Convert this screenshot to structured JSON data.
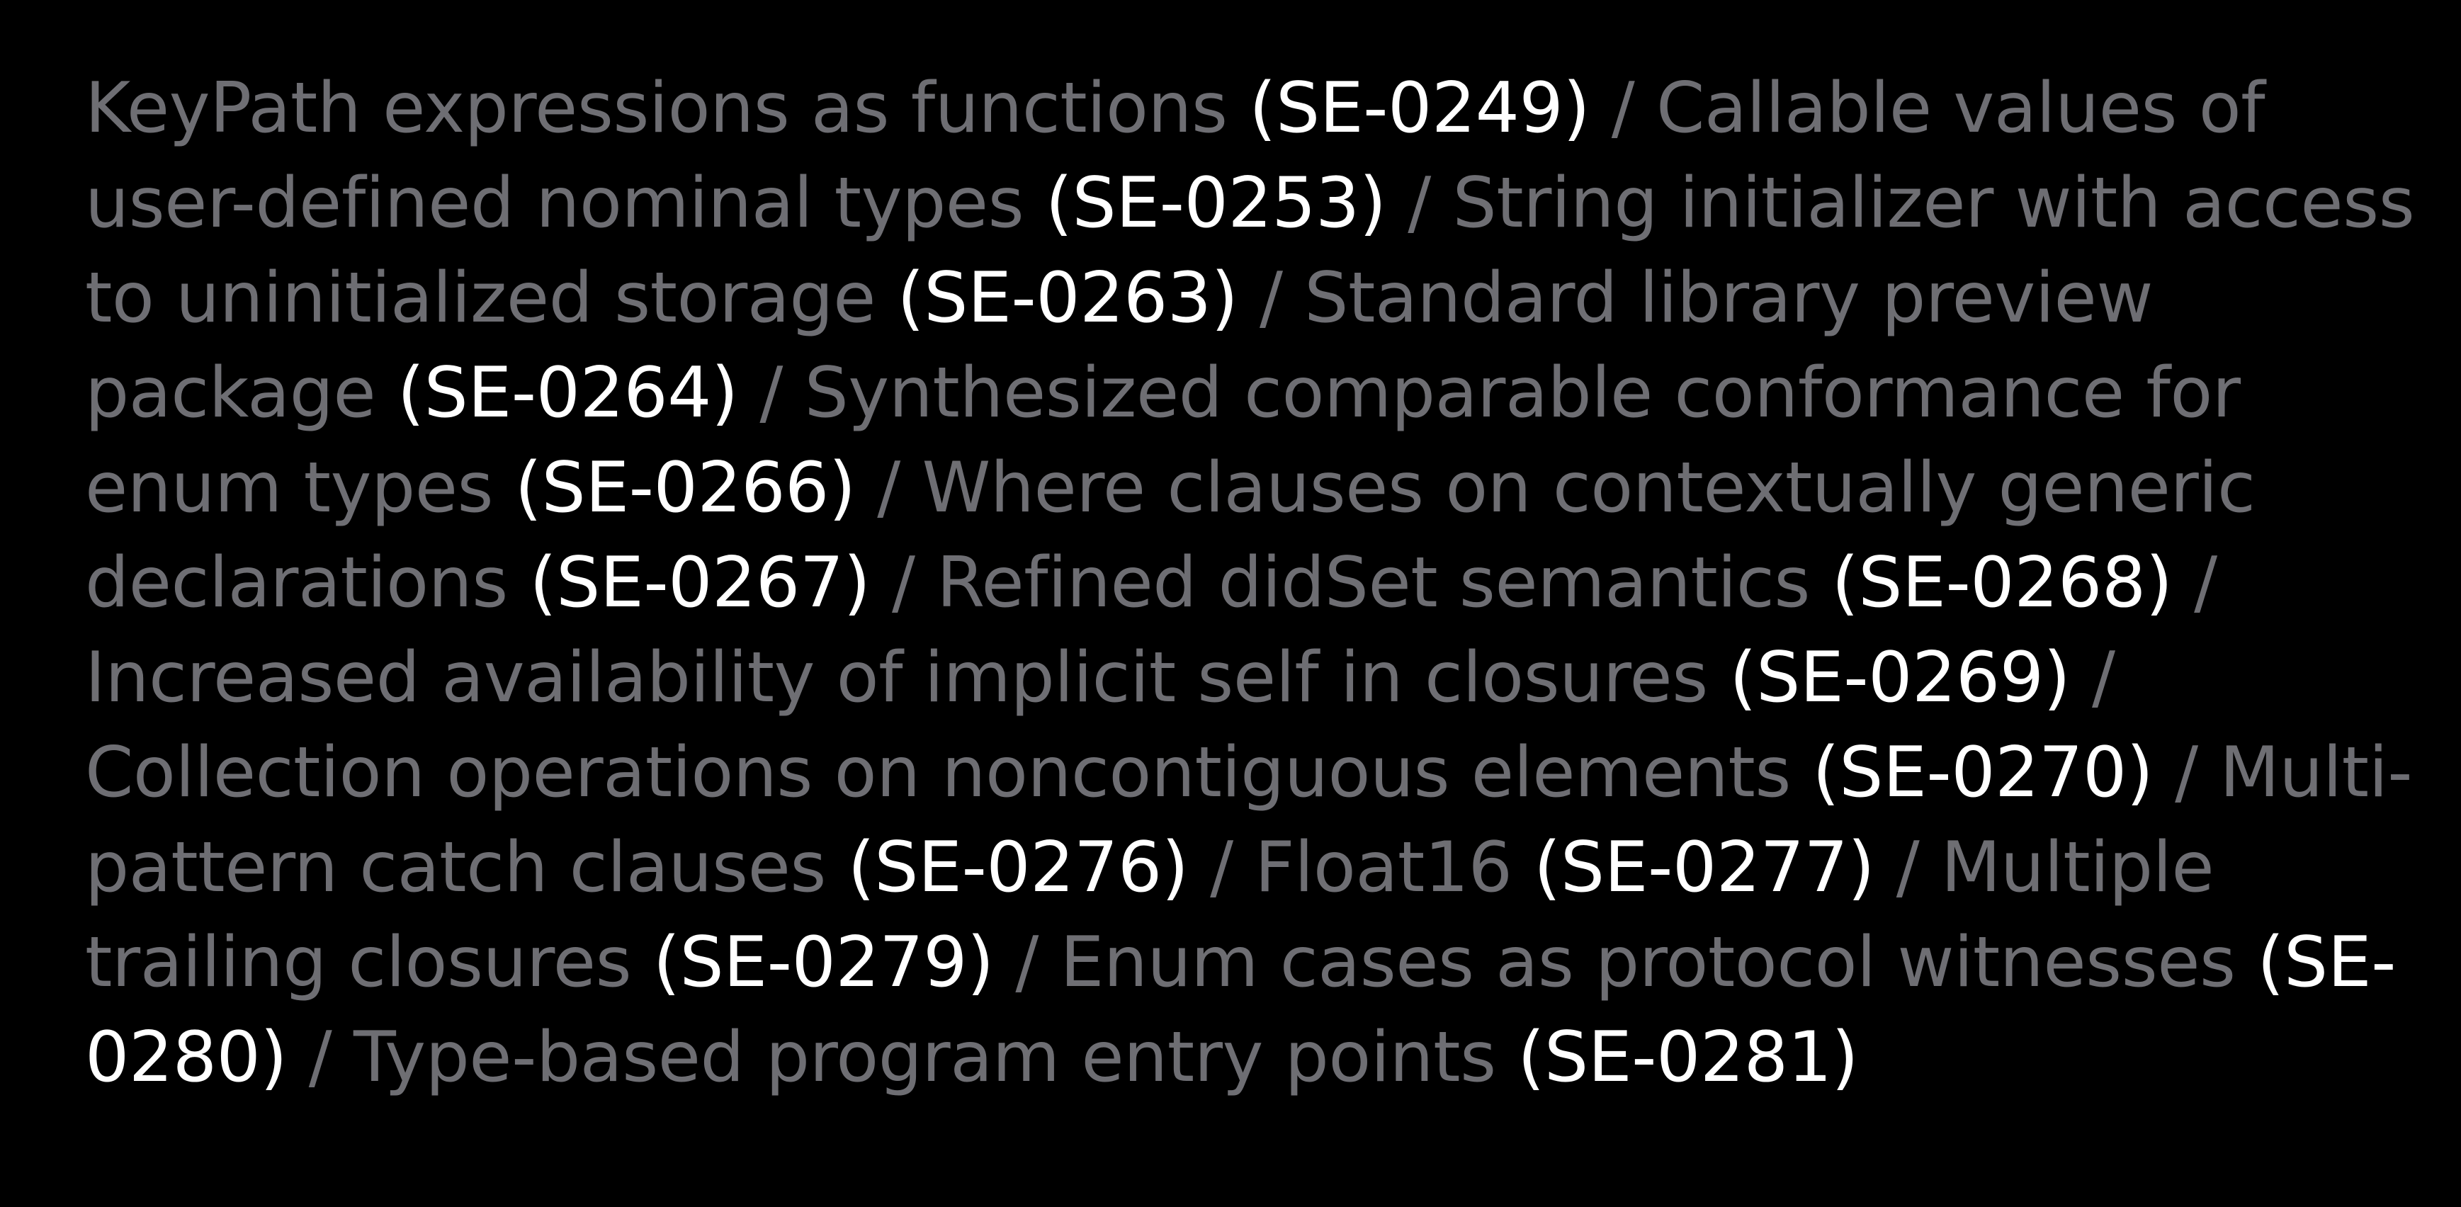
{
  "colors": {
    "background": "#000000",
    "title_text": "#6e6e73",
    "code_text": "#ffffff"
  },
  "proposals": [
    {
      "title": "KeyPath expressions as functions",
      "code": "(SE-0249)"
    },
    {
      "title": "Callable values of user-defined nominal types",
      "code": "(SE-0253)"
    },
    {
      "title": "String initializer with access to uninitialized storage",
      "code": "(SE-0263)"
    },
    {
      "title": "Standard library preview package",
      "code": "(SE-0264)"
    },
    {
      "title": "Synthesized comparable conformance for enum types",
      "code": "(SE-0266)"
    },
    {
      "title": "Where clauses on contextually generic declarations",
      "code": "(SE-0267)"
    },
    {
      "title": "Refined didSet semantics",
      "code": "(SE-0268)"
    },
    {
      "title": "Increased availability of implicit self in closures",
      "code": "(SE-0269)"
    },
    {
      "title": "Collection operations on noncontiguous elements",
      "code": "(SE-0270)"
    },
    {
      "title": "Multi-pattern catch clauses",
      "code": "(SE-0276)"
    },
    {
      "title": "Float16",
      "code": "(SE-0277)"
    },
    {
      "title": "Multiple trailing closures",
      "code": "(SE-0279)"
    },
    {
      "title": "Enum cases as protocol witnesses",
      "code": "(SE-0280)"
    },
    {
      "title": "Type-based program entry points",
      "code": "(SE-0281)"
    }
  ],
  "separator": "/"
}
